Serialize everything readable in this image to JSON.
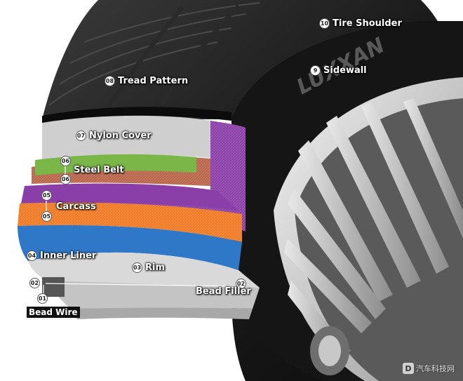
{
  "labels": {
    "tire_shoulder": {
      "num": "10",
      "text": "Tire Shoulder"
    },
    "sidewall": {
      "num": "9",
      "text": "Sidewall"
    },
    "tread_pattern": {
      "num": "08",
      "text": "Tread Pattern"
    },
    "nylon_cover": {
      "num": "07",
      "text": "Nylon Cover"
    },
    "steel_belt": {
      "num_top": "06",
      "num_bottom": "06",
      "text": "Steel Belt"
    },
    "carcass": {
      "num_top": "05",
      "num_bottom": "05",
      "text": "Carcass"
    },
    "inner_liner": {
      "num": "04",
      "text": "Inner Liner"
    },
    "rim": {
      "num": "03",
      "text": "Rim"
    },
    "bead_filler": {
      "num_left": "02",
      "num_right": "02",
      "text": "Bead Filler"
    },
    "bead_wire": {
      "num": "01",
      "text": "Bead Wire"
    }
  },
  "sidewall_branding": "LUXXAN",
  "watermark": {
    "logo": "D",
    "text": "汽车科技网"
  },
  "layer_colors": {
    "tread": "#1e1e1e",
    "nylon_cover": "#cfcfcf",
    "steel_belt_green": "#7ab648",
    "steel_belt_brown": "#b8654a",
    "carcass_purple": "#8a3fa8",
    "carcass_orange": "#f07a24",
    "inner_liner": "#2f78c8",
    "rim": "#d9d9d9"
  }
}
